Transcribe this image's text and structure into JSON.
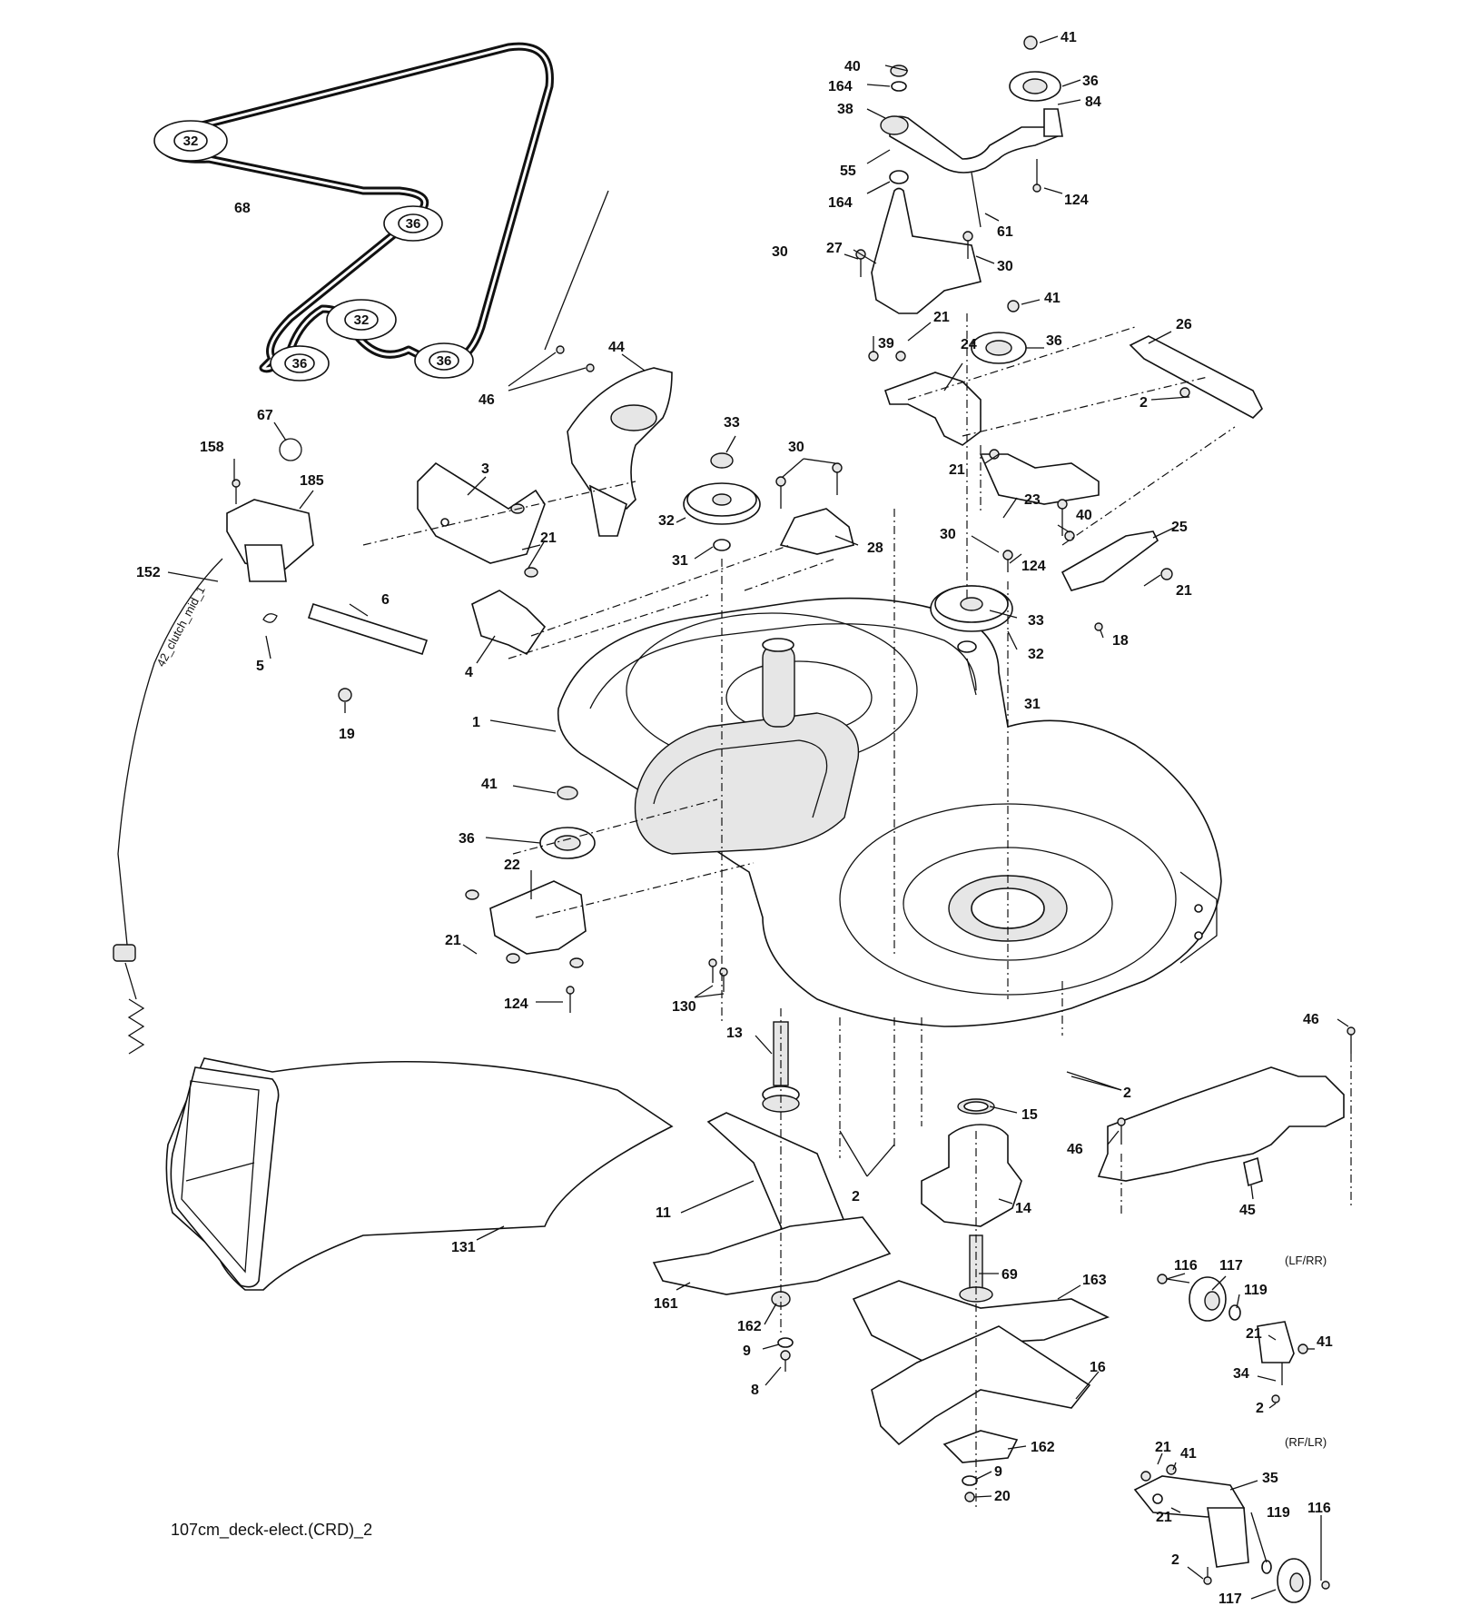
{
  "caption": "107cm_deck-elect.(CRD)_2",
  "variants": {
    "lf_rr": "(LF/RR)",
    "rf_lr": "(RF/LR)"
  },
  "cable_tag": "42_clutch_mid_1",
  "callouts": [
    {
      "id": "c41a",
      "text": "41"
    },
    {
      "id": "c40a",
      "text": "40"
    },
    {
      "id": "c36a",
      "text": "36"
    },
    {
      "id": "c164a",
      "text": "164"
    },
    {
      "id": "c84",
      "text": "84"
    },
    {
      "id": "c38",
      "text": "38"
    },
    {
      "id": "c55",
      "text": "55"
    },
    {
      "id": "c164b",
      "text": "164"
    },
    {
      "id": "c124a",
      "text": "124"
    },
    {
      "id": "c61",
      "text": "61"
    },
    {
      "id": "c30a",
      "text": "30"
    },
    {
      "id": "c27",
      "text": "27"
    },
    {
      "id": "c30b",
      "text": "30"
    },
    {
      "id": "c41b",
      "text": "41"
    },
    {
      "id": "c21a",
      "text": "21"
    },
    {
      "id": "c39",
      "text": "39"
    },
    {
      "id": "c24",
      "text": "24"
    },
    {
      "id": "c36b",
      "text": "36"
    },
    {
      "id": "c26",
      "text": "26"
    },
    {
      "id": "c2a",
      "text": "2"
    },
    {
      "id": "c68",
      "text": "68"
    },
    {
      "id": "c44",
      "text": "44"
    },
    {
      "id": "c46a",
      "text": "46"
    },
    {
      "id": "c67",
      "text": "67"
    },
    {
      "id": "c158",
      "text": "158"
    },
    {
      "id": "c185",
      "text": "185"
    },
    {
      "id": "c3",
      "text": "3"
    },
    {
      "id": "c33a",
      "text": "33"
    },
    {
      "id": "c30c",
      "text": "30"
    },
    {
      "id": "c21b",
      "text": "21"
    },
    {
      "id": "c23",
      "text": "23"
    },
    {
      "id": "c40b",
      "text": "40"
    },
    {
      "id": "c25",
      "text": "25"
    },
    {
      "id": "c152",
      "text": "152"
    },
    {
      "id": "c21c",
      "text": "21"
    },
    {
      "id": "c32a",
      "text": "32"
    },
    {
      "id": "c31a",
      "text": "31"
    },
    {
      "id": "c28",
      "text": "28"
    },
    {
      "id": "c30d",
      "text": "30"
    },
    {
      "id": "c124b",
      "text": "124"
    },
    {
      "id": "c21d",
      "text": "21"
    },
    {
      "id": "c6",
      "text": "6"
    },
    {
      "id": "c5",
      "text": "5"
    },
    {
      "id": "c4",
      "text": "4"
    },
    {
      "id": "c33b",
      "text": "33"
    },
    {
      "id": "c32b",
      "text": "32"
    },
    {
      "id": "c18",
      "text": "18"
    },
    {
      "id": "c31b",
      "text": "31"
    },
    {
      "id": "c19",
      "text": "19"
    },
    {
      "id": "c1",
      "text": "1"
    },
    {
      "id": "c41c",
      "text": "41"
    },
    {
      "id": "c36c",
      "text": "36"
    },
    {
      "id": "c22",
      "text": "22"
    },
    {
      "id": "c21e",
      "text": "21"
    },
    {
      "id": "c130",
      "text": "130"
    },
    {
      "id": "c124c",
      "text": "124"
    },
    {
      "id": "c46b",
      "text": "46"
    },
    {
      "id": "c13",
      "text": "13"
    },
    {
      "id": "c2b",
      "text": "2"
    },
    {
      "id": "c15",
      "text": "15"
    },
    {
      "id": "c46c",
      "text": "46"
    },
    {
      "id": "c2c",
      "text": "2"
    },
    {
      "id": "c14",
      "text": "14"
    },
    {
      "id": "c45",
      "text": "45"
    },
    {
      "id": "c11",
      "text": "11"
    },
    {
      "id": "c131",
      "text": "131"
    },
    {
      "id": "c69",
      "text": "69"
    },
    {
      "id": "c163",
      "text": "163"
    },
    {
      "id": "c116a",
      "text": "116"
    },
    {
      "id": "c117a",
      "text": "117"
    },
    {
      "id": "c119a",
      "text": "119"
    },
    {
      "id": "c21f",
      "text": "21"
    },
    {
      "id": "c41d",
      "text": "41"
    },
    {
      "id": "c34",
      "text": "34"
    },
    {
      "id": "c2d",
      "text": "2"
    },
    {
      "id": "c161",
      "text": "161"
    },
    {
      "id": "c162a",
      "text": "162"
    },
    {
      "id": "c9a",
      "text": "9"
    },
    {
      "id": "c8",
      "text": "8"
    },
    {
      "id": "c16",
      "text": "16"
    },
    {
      "id": "c162b",
      "text": "162"
    },
    {
      "id": "c9b",
      "text": "9"
    },
    {
      "id": "c20",
      "text": "20"
    },
    {
      "id": "c21g",
      "text": "21"
    },
    {
      "id": "c41e",
      "text": "41"
    },
    {
      "id": "c35",
      "text": "35"
    },
    {
      "id": "c21h",
      "text": "21"
    },
    {
      "id": "c119b",
      "text": "119"
    },
    {
      "id": "c116b",
      "text": "116"
    },
    {
      "id": "c2e",
      "text": "2"
    },
    {
      "id": "c117b",
      "text": "117"
    }
  ],
  "pulley_labels": [
    {
      "id": "p32a",
      "text": "32"
    },
    {
      "id": "p36a",
      "text": "36"
    },
    {
      "id": "p32b",
      "text": "32"
    },
    {
      "id": "p36b",
      "text": "36"
    },
    {
      "id": "p36c",
      "text": "36"
    }
  ]
}
